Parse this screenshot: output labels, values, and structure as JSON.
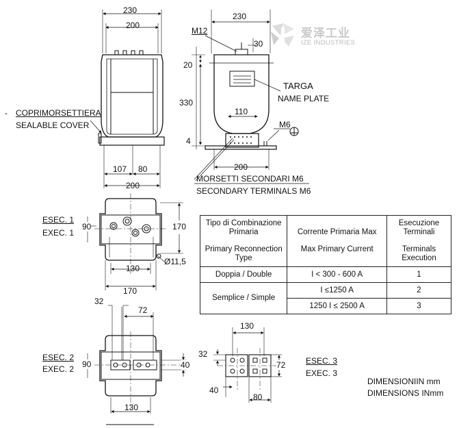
{
  "brand": {
    "name_cn": "爱泽工业",
    "name_en": "IZE INDUSTRIES",
    "color": "#d6d6d6"
  },
  "front_view": {
    "dim_overall": "230",
    "dim_inner": "200",
    "dim_left": "107",
    "dim_right": "80",
    "dim_base": "200"
  },
  "side_view": {
    "dim_overall": "230",
    "bolt_label": "M12",
    "dim_top": "30",
    "dim_neck": "20",
    "dim_height": "330",
    "dim_center": "110",
    "ground_label": "M6",
    "dim_foot": "4",
    "dim_base": "200"
  },
  "labels": {
    "cover_it": "COPRIMORSETTIERA",
    "cover_en": "SEALABLE COVER",
    "plate_it": "TARGA",
    "plate_en": "NAME PLATE",
    "sec_it": "MORSETTI SECONDARI M6",
    "sec_en": "SECONDARY TERMINALS M6"
  },
  "top_view": {
    "exec_it": "ESEC. 1",
    "exec_en": "EXEC. 1",
    "dim_90": "90",
    "dim_170_v": "170",
    "dim_130": "130",
    "hole": "Ø11,5",
    "dim_170_h": "170"
  },
  "exec2_view": {
    "dim_32": "32",
    "dim_72": "72",
    "exec_it": "ESEC. 2",
    "exec_en": "EXEC. 2",
    "dim_90": "90",
    "dim_40": "40",
    "dim_130": "130"
  },
  "exec3_view": {
    "dim_130": "130",
    "dim_32": "32",
    "dim_72": "72",
    "dim_40": "40",
    "dim_80": "80",
    "exec_it": "ESEC. 3",
    "exec_en": "EXEC. 3"
  },
  "dimensions_note": {
    "it": "DIMENSIONIIN mm",
    "en": "DIMENSIONS INmm"
  },
  "table": {
    "headers": [
      {
        "it": "Tipo di Combinazione Primaria",
        "en": "Primary Reconnection Type"
      },
      {
        "it": "Corrente Primaria Max",
        "en": "Max Primary Current"
      },
      {
        "it": "Esecuzione Terminali",
        "en": "Terminals Execution"
      }
    ],
    "rows": [
      {
        "type": "Doppia / Double",
        "current": "I < 300 - 600 A",
        "exec": "1"
      },
      {
        "type": "Semplice / Simple",
        "current": "I ≤1250 A",
        "exec": "2"
      },
      {
        "type": "",
        "current": "1250 I ≤ 2500 A",
        "exec": "3"
      }
    ]
  }
}
